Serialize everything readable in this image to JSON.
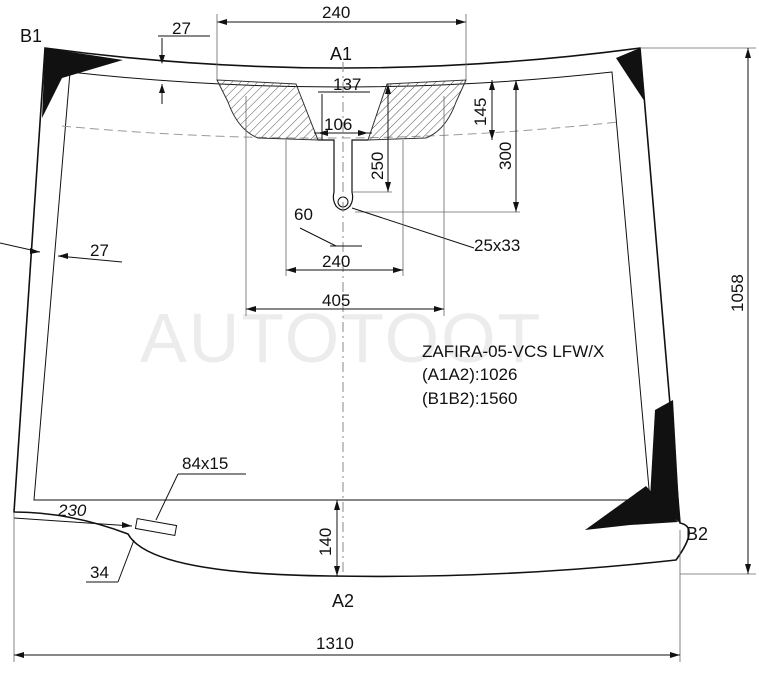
{
  "watermark": "AUTOTOOT",
  "labels": {
    "b1": "B1",
    "a1": "A1",
    "a2": "A2",
    "b2": "B2"
  },
  "dimensions": {
    "top_width": "240",
    "top_left_offset": "27",
    "sensor_137": "137",
    "sensor_106": "106",
    "sensor_145": "145",
    "sensor_250": "250",
    "sensor_300": "300",
    "dim_60": "60",
    "dim_25x33": "25x33",
    "side_27": "27",
    "mid_240": "240",
    "mid_405": "405",
    "height_1058": "1058",
    "patch_84x15": "84x15",
    "dim_230": "230",
    "dim_140": "140",
    "dim_34": "34",
    "bottom_1310": "1310"
  },
  "info": {
    "model": "ZAFIRA-05-VCS LFW/X",
    "a1a2": "(A1A2):1026",
    "b1b2": "(B1B2):1560"
  }
}
